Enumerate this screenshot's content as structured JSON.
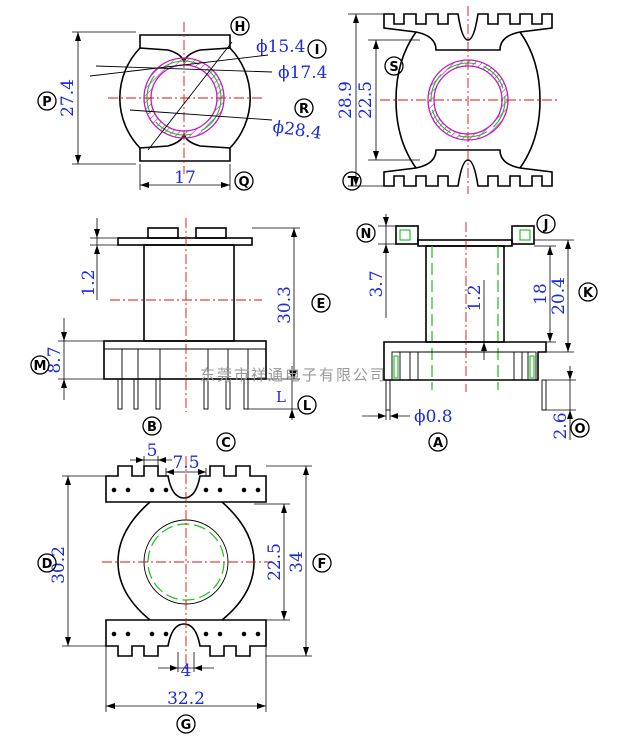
{
  "drawing": {
    "view_top_left": {
      "dimensions": {
        "height": "27.4",
        "width": "17",
        "d_inner": "ϕ15.4",
        "d_mid": "ϕ17.4",
        "d_outer": "ϕ28.4"
      },
      "markers": {
        "h": "H",
        "i": "I",
        "r": "R",
        "p": "P",
        "q": "Q"
      }
    },
    "view_top_right": {
      "dimensions": {
        "height_outer": "28.9",
        "height_inner": "22.5"
      },
      "markers": {
        "s": "S",
        "t": "T"
      }
    },
    "view_mid_left": {
      "dimensions": {
        "flange": "1.2",
        "height": "30.3",
        "base": "8.7",
        "pin": "L"
      },
      "markers": {
        "e": "E",
        "m": "M",
        "l": "L"
      }
    },
    "view_mid_right": {
      "dimensions": {
        "top": "3.7",
        "wall": "1.2",
        "inner": "18",
        "outer": "20.4",
        "pin_dia": "ϕ0.8",
        "pin_len": "2.6"
      },
      "markers": {
        "n": "N",
        "j": "J",
        "k": "K",
        "a": "A",
        "o": "O"
      }
    },
    "view_bottom": {
      "dimensions": {
        "pitch_b": "5",
        "pitch_c": "7.5",
        "height_d": "30.2",
        "window": "22.5",
        "height_f": "34",
        "slot": "4",
        "width": "32.2"
      },
      "markers": {
        "b": "B",
        "c": "C",
        "d": "D",
        "f": "F",
        "g": "G"
      }
    },
    "watermark": "东莞市祥通电子有限公司",
    "colors": {
      "dimension_text": "#1a2cd8",
      "center_line": "#e01010",
      "hidden_line": "#18c018",
      "hatch": "#c01cc0",
      "outline": "#000000"
    }
  }
}
